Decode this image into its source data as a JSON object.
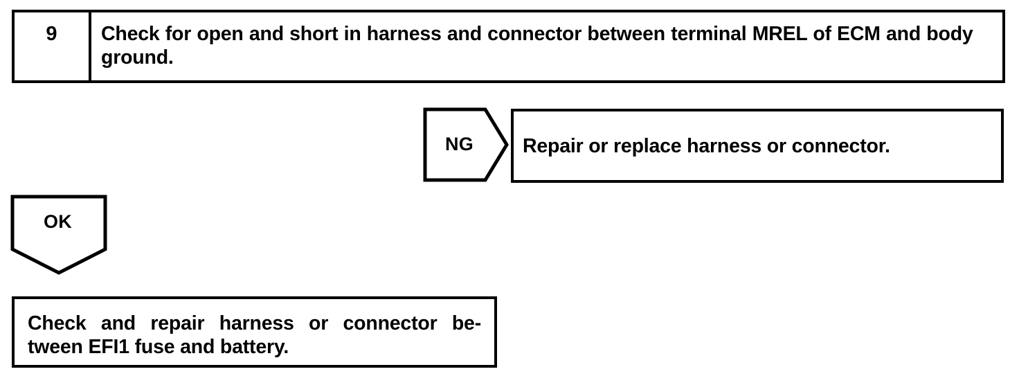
{
  "flowchart": {
    "step": {
      "number": "9",
      "instruction": "Check for open and short in harness and connector between terminal MREL of ECM and body ground."
    },
    "branches": [
      {
        "label": "NG",
        "shape": "pentagon-right",
        "result": "Repair or replace harness or connector."
      },
      {
        "label": "OK",
        "shape": "pentagon-down",
        "result_line_1": "Check and repair harness or connector be-",
        "result_line_2": "tween EFI1 fuse and battery.",
        "result": "Check and repair harness or connector between EFI1 fuse and battery."
      }
    ],
    "colors": {
      "ink": "#000000",
      "paper": "#ffffff"
    }
  }
}
